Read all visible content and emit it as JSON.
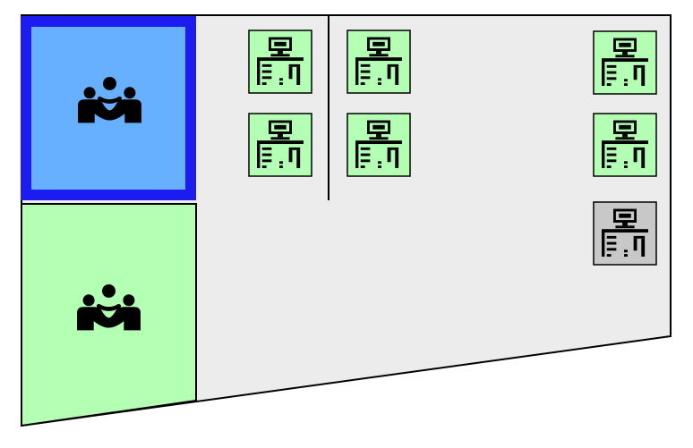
{
  "floor": {
    "fill": "#ececec",
    "stroke": "#000000"
  },
  "rooms": [
    {
      "id": "room-1",
      "icon": "meeting-people-icon",
      "status": "selected",
      "fill": "#66b0ff",
      "border": "#1c1cf0"
    },
    {
      "id": "room-2",
      "icon": "meeting-people-icon",
      "status": "available",
      "fill": "#b3ffb3",
      "border": "#000000"
    }
  ],
  "desks": [
    {
      "id": "desk-1",
      "icon": "workstation-desk-icon",
      "status": "available"
    },
    {
      "id": "desk-2",
      "icon": "workstation-desk-icon",
      "status": "available"
    },
    {
      "id": "desk-3",
      "icon": "workstation-desk-icon",
      "status": "available"
    },
    {
      "id": "desk-4",
      "icon": "workstation-desk-icon",
      "status": "available"
    },
    {
      "id": "desk-5",
      "icon": "workstation-desk-icon",
      "status": "available"
    },
    {
      "id": "desk-6",
      "icon": "workstation-desk-icon",
      "status": "available"
    },
    {
      "id": "desk-7",
      "icon": "workstation-desk-icon",
      "status": "unavailable"
    }
  ],
  "colors": {
    "available": "#b3ffb3",
    "unavailable": "#c8c8c8",
    "selected": "#66b0ff",
    "selected_border": "#1c1cf0",
    "icon": "#000000"
  }
}
